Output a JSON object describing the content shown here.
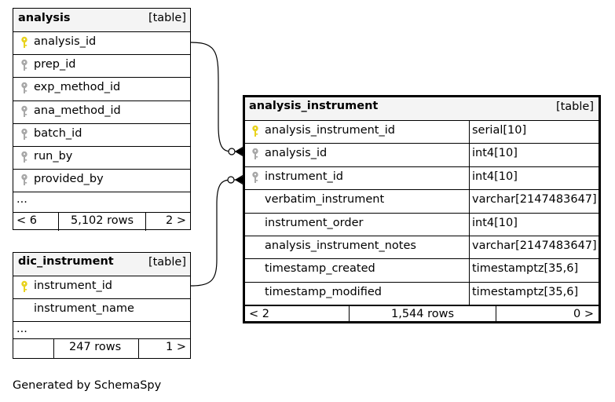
{
  "tables": {
    "analysis": {
      "name": "analysis",
      "type": "[table]",
      "columns": [
        "analysis_id",
        "prep_id",
        "exp_method_id",
        "ana_method_id",
        "batch_id",
        "run_by",
        "provided_by"
      ],
      "more": "...",
      "footer": {
        "left": "< 6",
        "rows": "5,102 rows",
        "right": "2 >"
      }
    },
    "dic_instrument": {
      "name": "dic_instrument",
      "type": "[table]",
      "columns": [
        "instrument_id",
        "instrument_name"
      ],
      "more": "...",
      "footer": {
        "left": "",
        "rows": "247 rows",
        "right": "1 >"
      }
    },
    "analysis_instrument": {
      "name": "analysis_instrument",
      "type": "[table]",
      "columns": [
        {
          "name": "analysis_instrument_id",
          "type": "serial[10]"
        },
        {
          "name": "analysis_id",
          "type": "int4[10]"
        },
        {
          "name": "instrument_id",
          "type": "int4[10]"
        },
        {
          "name": "verbatim_instrument",
          "type": "varchar[2147483647]"
        },
        {
          "name": "instrument_order",
          "type": "int4[10]"
        },
        {
          "name": "analysis_instrument_notes",
          "type": "varchar[2147483647]"
        },
        {
          "name": "timestamp_created",
          "type": "timestamptz[35,6]"
        },
        {
          "name": "timestamp_modified",
          "type": "timestamptz[35,6]"
        }
      ],
      "footer": {
        "left": "< 2",
        "rows": "1,544 rows",
        "right": "0 >"
      }
    }
  },
  "generated_by": "Generated by SchemaSpy",
  "colors": {
    "primary_key": "#e8d21e",
    "foreign_key": "#a8a8a8",
    "header_bg": "#f4f4f4"
  }
}
